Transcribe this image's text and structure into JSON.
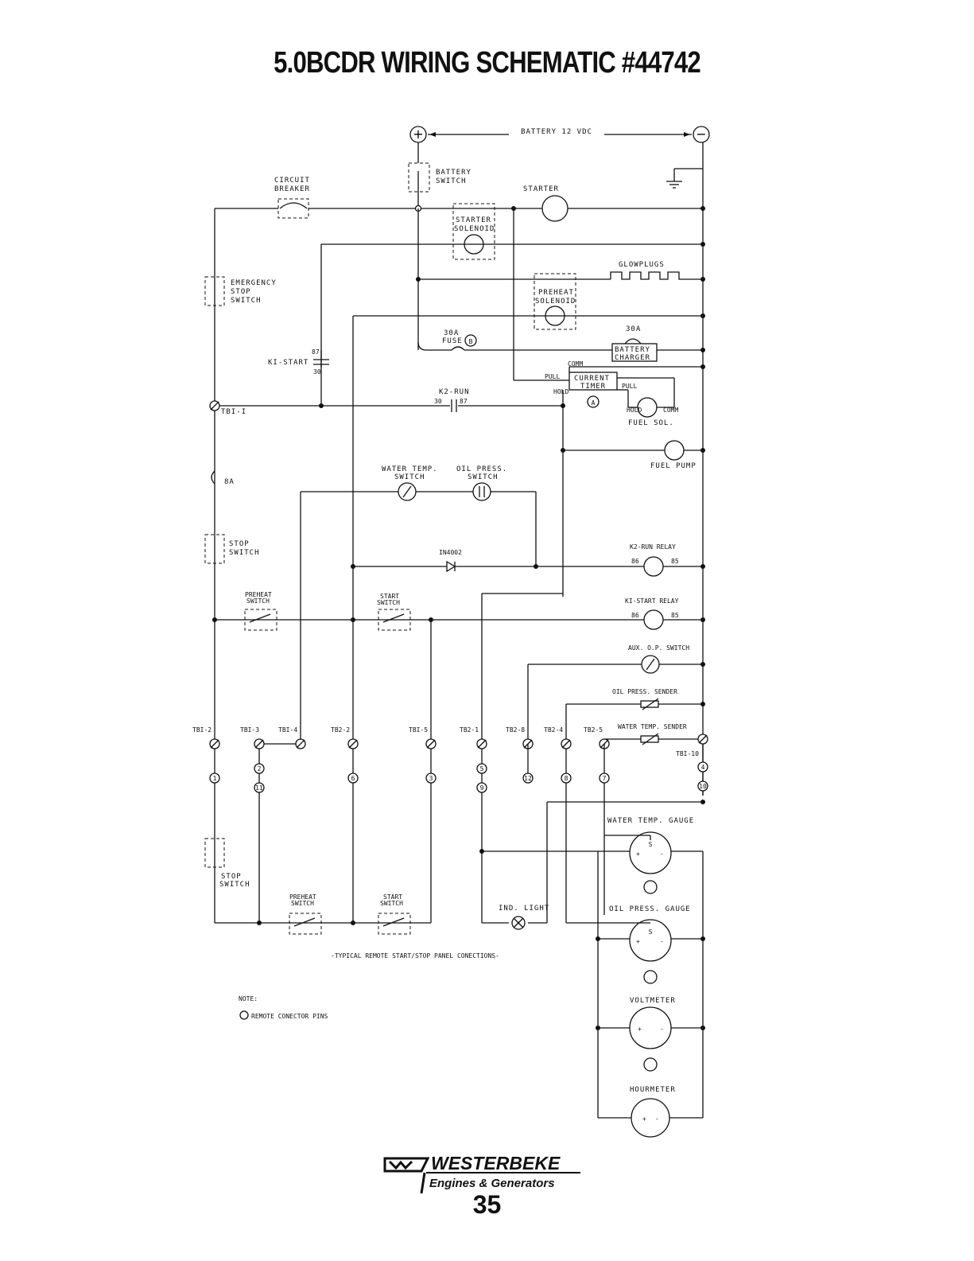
{
  "title": "5.0BCDR WIRING SCHEMATIC #44742",
  "battery": {
    "label": "BATTERY 12 VDC",
    "pos": "+",
    "neg": "−"
  },
  "labels": {
    "battery_switch_1": "BATTERY",
    "battery_switch_2": "SWITCH",
    "circuit_breaker_1": "CIRCUIT",
    "circuit_breaker_2": "BREAKER",
    "starter": "STARTER",
    "starter_solenoid_1": "STARTER",
    "starter_solenoid_2": "SOLENOID",
    "emergency_1": "EMERGENCY",
    "emergency_2": "STOP",
    "emergency_3": "SWITCH",
    "glowplugs": "GLOWPLUGS",
    "preheat_solenoid_1": "PREHEAT",
    "preheat_solenoid_2": "SOLENOID",
    "fuse_30a": "30A",
    "fuse_label": "FUSE",
    "fuse_b": "B",
    "charger_30a": "30A",
    "battery_charger_1": "BATTERY",
    "battery_charger_2": "CHARGER",
    "k1_start": "KI-START",
    "k1_87": "87",
    "k1_30": "30",
    "comm": "COMM",
    "pull": "PULL",
    "hold": "HOLD",
    "current_timer_1": "CURRENT",
    "current_timer_2": "TIMER",
    "timer_a": "A",
    "k2_run": "K2-RUN",
    "k2_30": "30",
    "k2_87": "87",
    "tb1_1": "TBI-I",
    "fuel_sol": "FUEL SOL.",
    "fuel_pump": "FUEL PUMP",
    "fuse_8a": "8A",
    "water_temp_switch_1": "WATER TEMP.",
    "water_temp_switch_2": "SWITCH",
    "oil_press_switch_1": "OIL PRESS.",
    "oil_press_switch_2": "SWITCH",
    "stop_switch_1": "STOP",
    "stop_switch_2": "SWITCH",
    "diode": "IN4002",
    "k2_run_relay": "K2-RUN RELAY",
    "k2_86": "86",
    "k2_85": "85",
    "preheat_switch_1": "PREHEAT",
    "preheat_switch_2": "SWITCH",
    "start_switch_1": "START",
    "start_switch_2": "SWITCH",
    "k1_start_relay": "KI-START RELAY",
    "k1_86": "86",
    "k1_85": "85",
    "aux_op_switch": "AUX. O.P. SWITCH",
    "oil_press_sender": "OIL PRESS. SENDER",
    "water_temp_sender": "WATER TEMP. SENDER",
    "tb1_2": "TBI-2",
    "tb1_3": "TBI-3",
    "tb1_4": "TBI-4",
    "tb2_2": "TB2-2",
    "tb1_5": "TBI-5",
    "tb2_1": "TB2-1",
    "tb2_8": "TB2-8",
    "tb2_4": "TB2-4",
    "tb2_5": "TB2-5",
    "tb1_10": "TBI-10",
    "water_temp_gauge": "WATER TEMP. GAUGE",
    "oil_press_gauge": "OIL PRESS. GAUGE",
    "voltmeter": "VOLTMETER",
    "hourmeter": "HOURMETER",
    "ind_light": "IND. LIGHT",
    "remote_stop_1": "STOP",
    "remote_stop_2": "SWITCH",
    "remote_preheat_1": "PREHEAT",
    "remote_preheat_2": "SWITCH",
    "remote_start_1": "START",
    "remote_start_2": "SWITCH",
    "caption": "-TYPICAL REMOTE START/STOP PANEL CONECTIONS-",
    "note": "NOTE:",
    "note_text": "REMOTE CONECTOR PINS",
    "gauge_s": "S",
    "gauge_plus": "+",
    "gauge_minus": "-"
  },
  "pins": [
    "1",
    "2",
    "11",
    "6",
    "3",
    "5",
    "9",
    "12",
    "8",
    "7",
    "4",
    "10"
  ],
  "logo": {
    "brand": "WESTERBEKE",
    "tagline": "Engines & Generators"
  },
  "page_number": "35"
}
